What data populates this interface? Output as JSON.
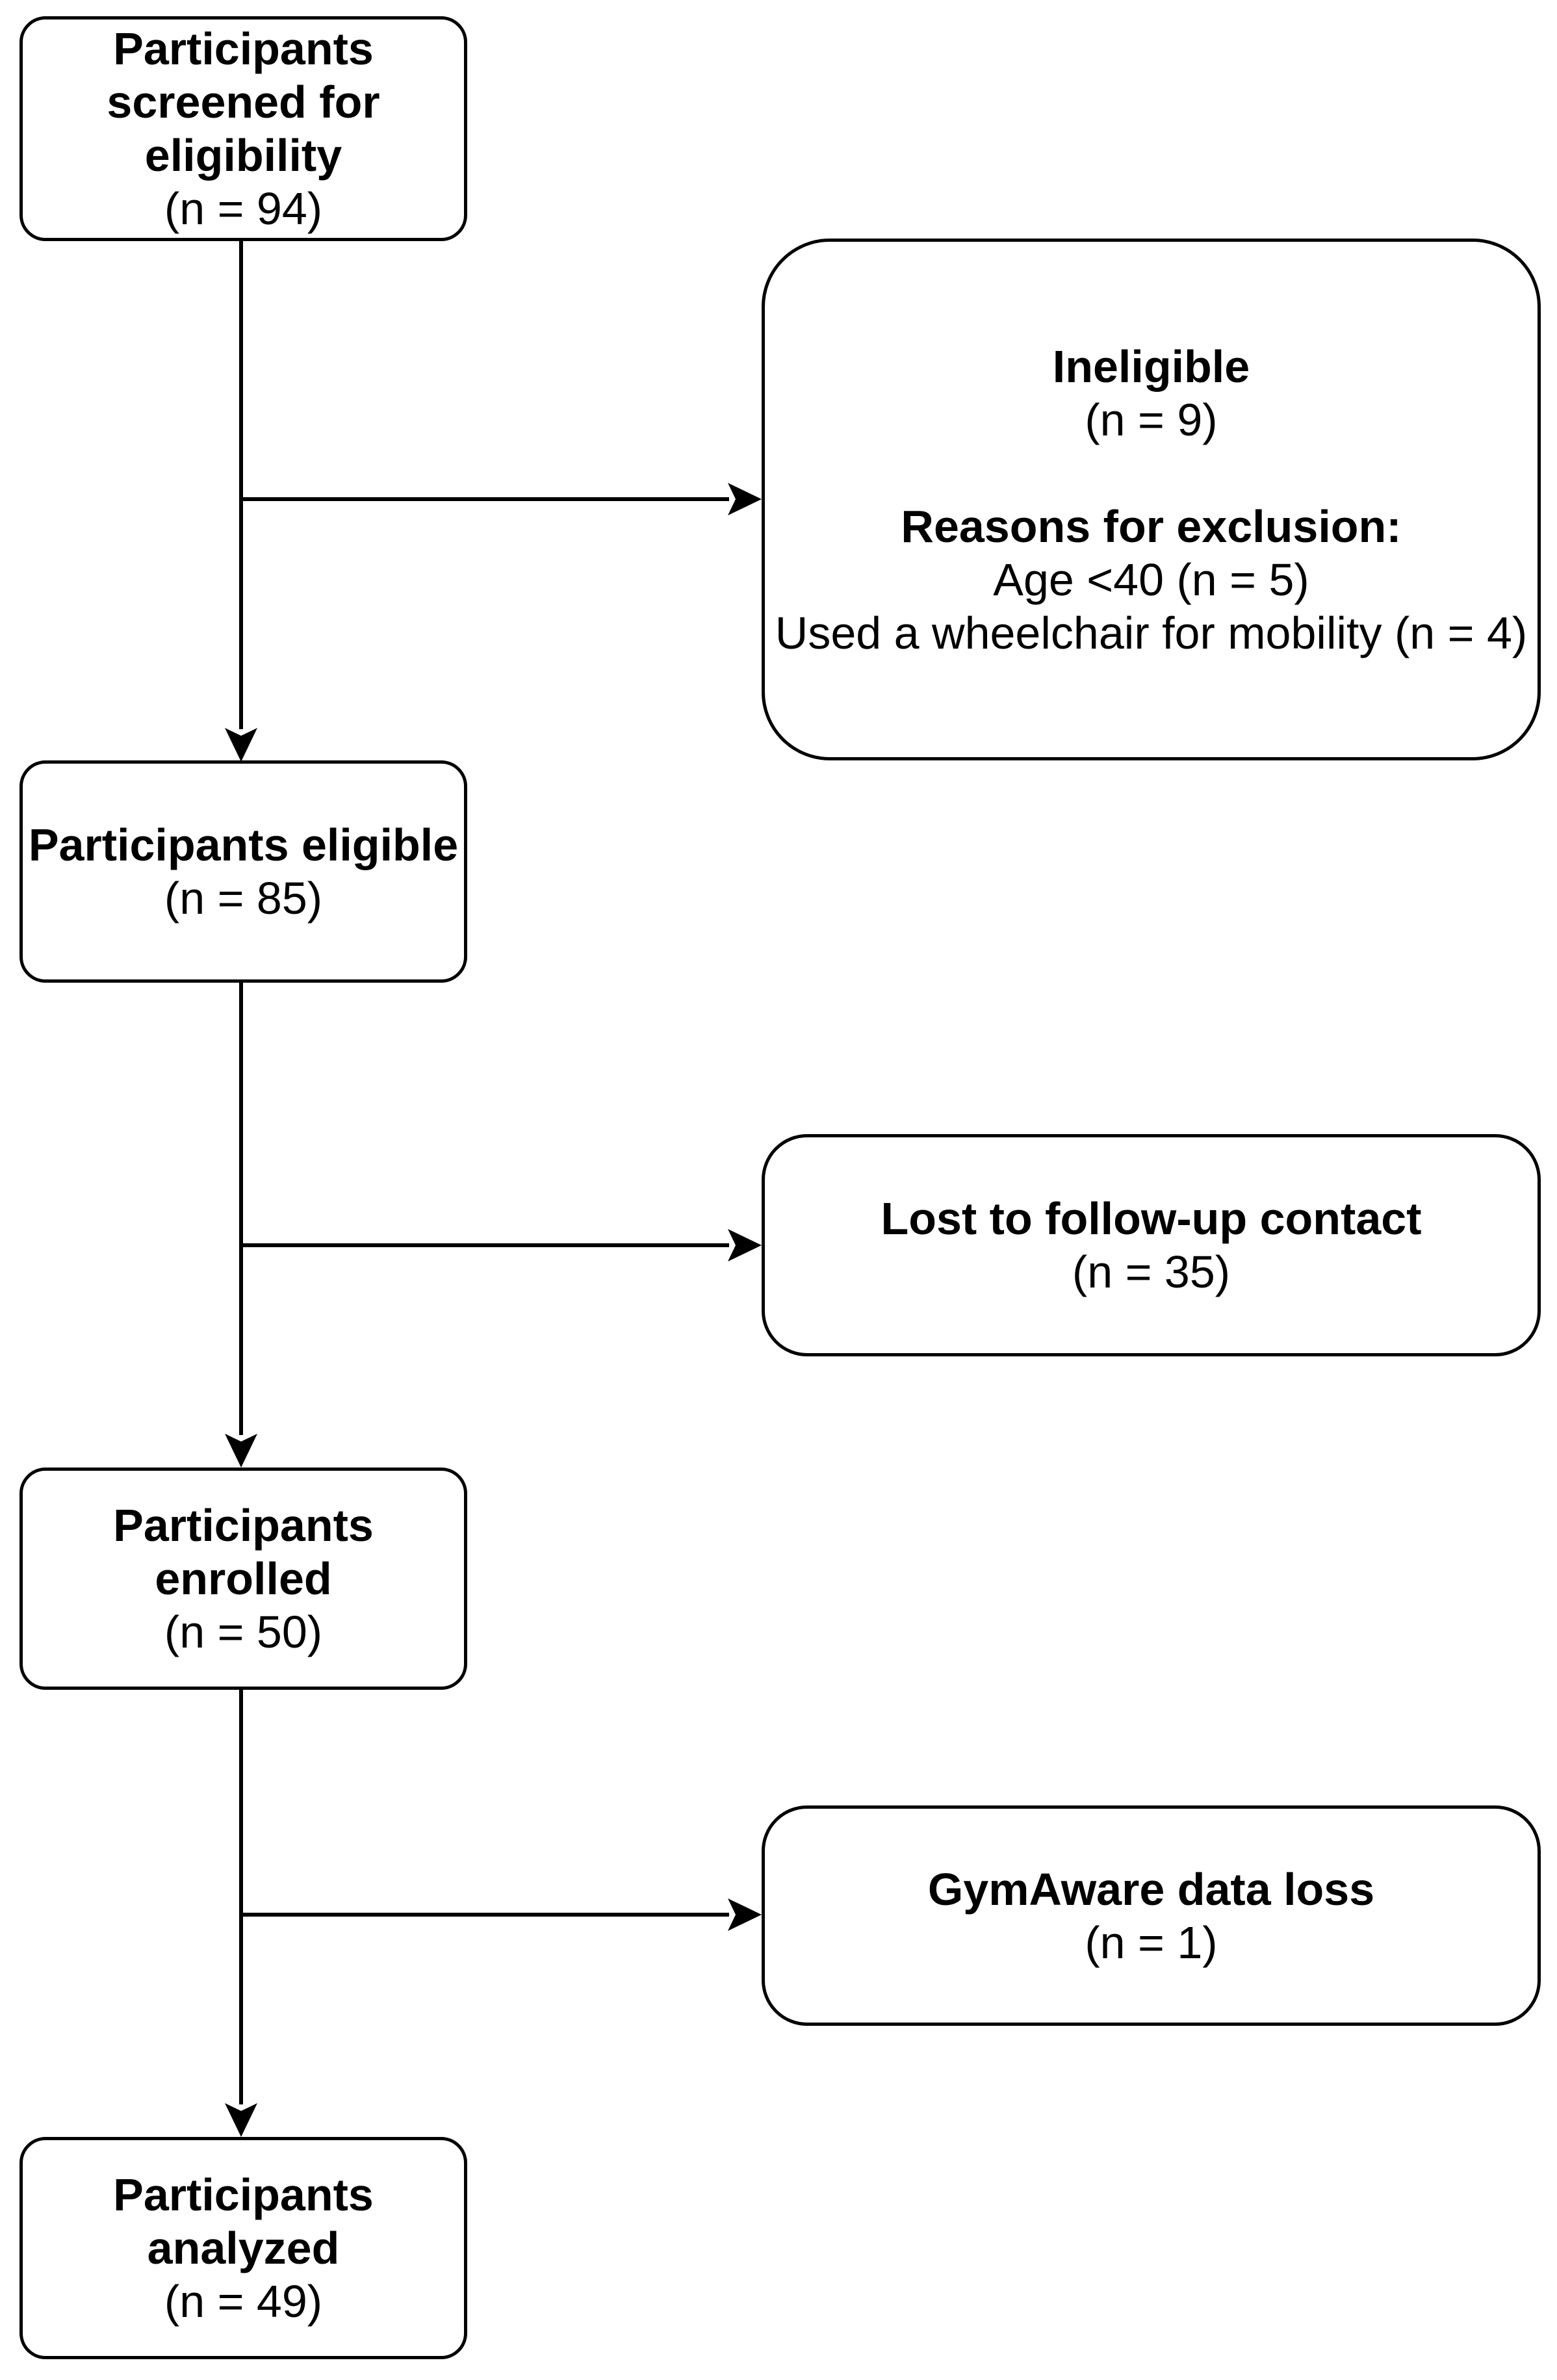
{
  "boxes": {
    "screened": {
      "line1": "Participants",
      "line2": "screened for",
      "line3": "eligibility",
      "count": "(n = 94)"
    },
    "ineligible": {
      "title": "Ineligible",
      "count": "(n = 9)",
      "reasons_heading": "Reasons for exclusion:",
      "reason_age": "Age <40 (n = 5)",
      "reason_wheelchair": "Used a wheelchair for mobility (n = 4)"
    },
    "eligible": {
      "title": "Participants eligible",
      "count": "(n = 85)"
    },
    "lost_to_followup": {
      "title": "Lost to follow-up contact",
      "count": "(n = 35)"
    },
    "enrolled": {
      "line1": "Participants",
      "line2": "enrolled",
      "count": "(n = 50)"
    },
    "gymaware_loss": {
      "title": "GymAware data loss",
      "count": "(n = 1)"
    },
    "analyzed": {
      "line1": "Participants",
      "line2": "analyzed",
      "count": "(n = 49)"
    }
  },
  "colors": {
    "line": "#000000",
    "box_border": "#000000",
    "background": "#ffffff",
    "text": "#000000"
  }
}
